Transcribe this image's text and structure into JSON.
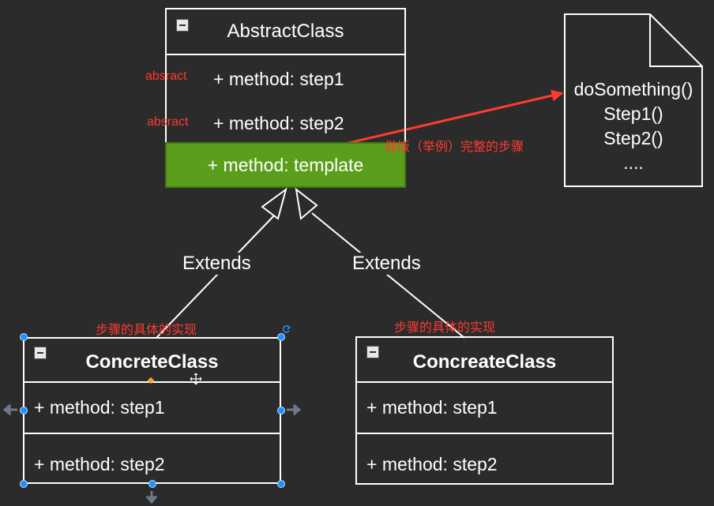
{
  "abstract_class": {
    "title": "AbstractClass",
    "methods": [
      "+ method: step1",
      "+ method: step2"
    ],
    "template_method": "+ method: template",
    "labels": [
      "absract",
      "absract"
    ]
  },
  "note": {
    "lines": [
      "doSomething()",
      "Step1()",
      "Step2()",
      "...."
    ]
  },
  "annotation_template": "做饭（举例）完整的步骤",
  "extends_labels": [
    "Extends",
    "Extends"
  ],
  "impl_labels": [
    "步骤的具体的实现",
    "步骤的具体的实现"
  ],
  "concrete_left": {
    "title": "ConcreteClass",
    "methods": [
      "+ method: step1",
      "+ method: step2"
    ]
  },
  "concrete_right": {
    "title": "ConcreateClass",
    "methods": [
      "+ method: step1",
      "+ method: step2"
    ]
  },
  "colors": {
    "background": "#2b2b2b",
    "template_fill": "#5a9e1c",
    "annotation": "#ff3b30",
    "selection": "#1e90ff"
  }
}
